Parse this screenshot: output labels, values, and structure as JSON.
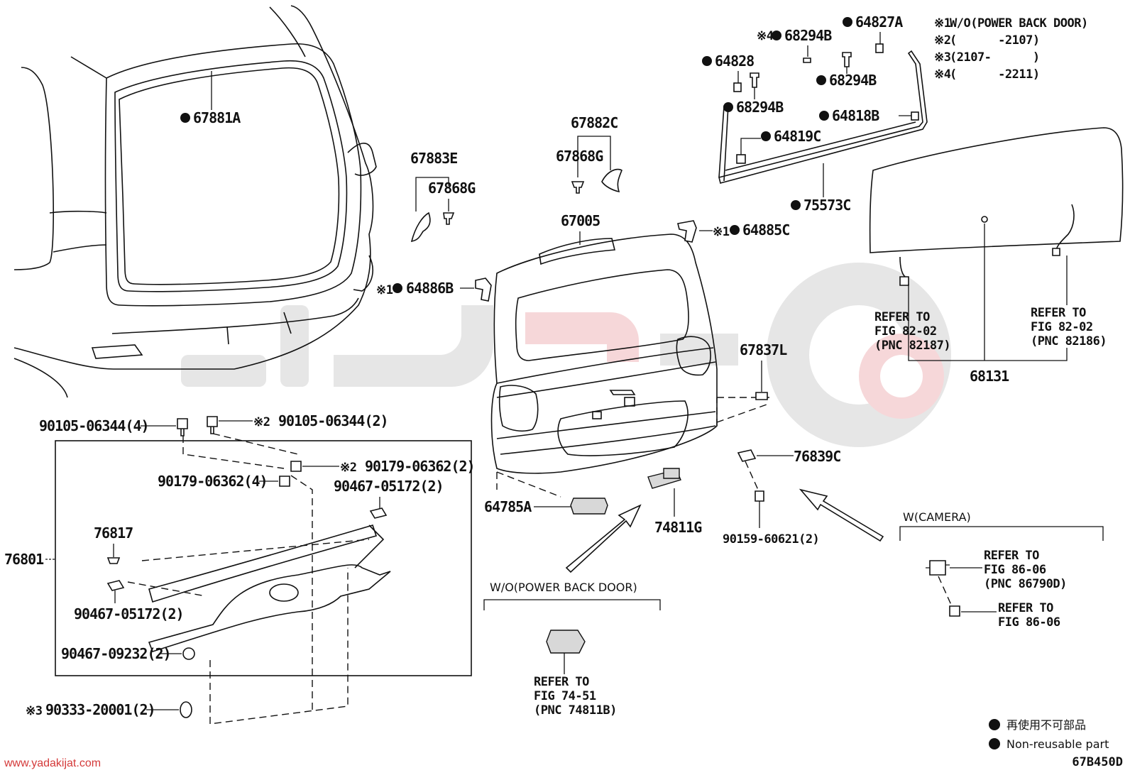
{
  "labels": {
    "p67881A": "67881A",
    "p67883E": "67883E",
    "p67868G_left": "67868G",
    "p67882C": "67882C",
    "p67868G_right": "67868G",
    "p67005": "67005",
    "p64885C": "64885C",
    "p64886B": "64886B",
    "p64827A": "64827A",
    "p68294B_a": "68294B",
    "p64828": "64828",
    "p68294B_b": "68294B",
    "p68294B_c": "68294B",
    "p64818B": "64818B",
    "p64819C": "64819C",
    "p75573C": "75573C",
    "p67837L": "67837L",
    "p68131": "68131",
    "p90105_l": "90105-06344(4)",
    "p90105_r": "90105-06344(2)",
    "p90179_r": "90179-06362(2)",
    "p90179_l": "90179-06362(4)",
    "p90467_05172_r": "90467-05172(2)",
    "p76817": "76817",
    "p76801": "76801",
    "p90467_05172_l": "90467-05172(2)",
    "p90467_09232": "90467-09232(2)",
    "p90333": "90333-20001(2)",
    "p64785A": "64785A",
    "p74811G": "74811G",
    "p76839C": "76839C",
    "p90159": "90159-60621(2)"
  },
  "marks": {
    "m1": "※1",
    "m2": "※2",
    "m3": "※3",
    "m4": "※4"
  },
  "refs": {
    "ref_82187": [
      "REFER TO",
      "FIG 82-02",
      "(PNC 82187)"
    ],
    "ref_82186": [
      "REFER TO",
      "FIG 82-02",
      "(PNC 82186)"
    ],
    "ref_86790": [
      "REFER TO",
      "FIG 86-06",
      "(PNC 86790D)"
    ],
    "ref_8606": [
      "REFER TO",
      "FIG 86-06"
    ],
    "ref_74811": [
      "REFER TO",
      "FIG 74-51",
      "(PNC 74811B)"
    ]
  },
  "groups": {
    "wo_power": "W/O(POWER BACK DOOR)",
    "w_camera": "W(CAMERA)"
  },
  "notes": {
    "n1_mark": "※1",
    "n1_text": "W/O(POWER BACK DOOR)",
    "n2_mark": "※2",
    "n2_text": "(      -2107)",
    "n3_mark": "※3",
    "n3_text": "(2107-      )",
    "n4_mark": "※4",
    "n4_text": "(      -2211)"
  },
  "legend": {
    "jp": "再使用不可部品",
    "en": "Non-reusable part"
  },
  "footer": {
    "site": "www.yadakijat.com",
    "code": "67B450D"
  },
  "colors": {
    "line": "#111111",
    "watermark_gray": "#e6e6e6",
    "watermark_red": "#f6d7d9",
    "site_link": "#d43a3a"
  }
}
